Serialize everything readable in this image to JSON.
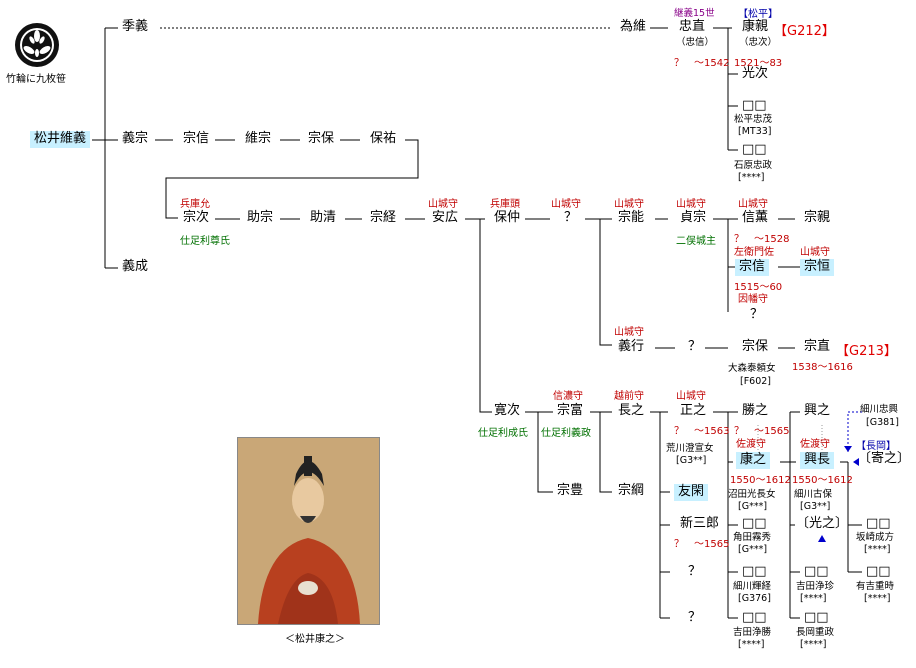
{
  "crest": {
    "caption": "竹輪に九枚笹",
    "icon": "bamboo-crest-icon"
  },
  "portrait": {
    "caption": "＜松井康之＞",
    "colors": {
      "robe": "#b8401f",
      "background": "#c9a777"
    }
  },
  "persons": {
    "koreyoshi": "松井維義",
    "suenori": "季義",
    "munemune": "義宗",
    "yoshinari": "義成",
    "munenobu": "宗信",
    "koremune": "維宗",
    "muneyasu": "宗保",
    "yasumasa": "保祐",
    "tamekore": "為維",
    "tadanao": "忠直",
    "yasuchika": "康親",
    "mitsutsugu": "光次",
    "unk1": "□□",
    "unk2": "□□",
    "munetsugu": "宗次",
    "sukemune": "助宗",
    "sukekiyo": "助清",
    "munetsune": "宗経",
    "yasuhiro": "安広",
    "yasunaka": "保仲",
    "q1": "？",
    "muneyoshi": "宗能",
    "sadamune": "貞宗",
    "nobushige": "信薫",
    "munechika": "宗親",
    "munenobu2": "宗信",
    "munetsune2": "宗恒",
    "q2": "？",
    "yoshiyuki": "義行",
    "q3": "？",
    "muneyasu2": "宗保",
    "munenao": "宗直",
    "hirotsugu": "寛次",
    "munetomi": "宗富",
    "muneyoshi2": "宗豊",
    "nagayuki": "長之",
    "munetsuna": "宗綱",
    "masayuki": "正之",
    "yukan": "友閑",
    "shinsaburo": "新三郎",
    "q4": "？",
    "q5": "？",
    "katsuyuki": "勝之",
    "yasuyuki": "康之",
    "unk3": "□□",
    "unk4": "□□",
    "unk5": "□□",
    "okiyuki": "興之",
    "okinaga": "興長",
    "mitsuyuki": "〔光之〕",
    "unk6": "□□",
    "unk7": "□□",
    "yoriyuki": "〔寄之〕",
    "unk8": "□□",
    "unk9": "□□"
  },
  "titles": {
    "yasuchika": "【松平】",
    "tadanao": "継義15世",
    "munetsugu": "兵庫允",
    "yasuhiro": "山城守",
    "yasunaka": "兵庫頭",
    "q1": "山城守",
    "muneyoshi": "山城守",
    "sadamune": "山城守",
    "nobushige": "山城守",
    "munenobu2": "左衛門佐",
    "munetsune2": "山城守",
    "q2": "因幡守",
    "yoshiyuki": "山城守",
    "munetomi": "信濃守",
    "nagayuki": "越前守",
    "masayuki": "山城守",
    "yasuyuki": "佐渡守",
    "okinaga": "佐渡守",
    "nagaoka": "【長岡】"
  },
  "notes": {
    "tadanao": "（忠信）",
    "tadanao_date": "？　～1542",
    "yasuchika": "（忠次）",
    "yasuchika_date": "1521～83",
    "unk1": "松平忠茂",
    "unk1_ref": "[MT33]",
    "unk2": "石原忠政",
    "unk2_ref": "[****]",
    "munetsugu": "仕足利尊氏",
    "sadamune": "二俣城主",
    "nobushige_date": "？　～1528",
    "munenobu2_date": "1515～60",
    "muneyasu2": "大森泰頼女",
    "muneyasu2_ref": "[F602]",
    "munenao_date": "1538～1616",
    "hirotsugu": "仕足利成氏",
    "munetomi": "仕足利義政",
    "masayuki_date": "？　～1563",
    "masayuki": "荒川澄宣女",
    "masayuki_ref": "[G3**]",
    "shinsaburo_date": "？　～1565",
    "katsuyuki_date": "？　～1565",
    "yasuyuki_date": "1550～1612",
    "yasuyuki": "沼田光長女",
    "yasuyuki_ref": "[G***]",
    "unk3": "角田霧秀",
    "unk3_ref": "[G***]",
    "unk4": "細川輝経",
    "unk4_ref": "[G376]",
    "unk5": "吉田浄勝",
    "unk5_ref": "[****]",
    "okinaga_date": "1550～1612",
    "okinaga": "細川古保",
    "okinaga_ref": "[G3**]",
    "unk6": "吉田浄珍",
    "unk6_ref": "[****]",
    "unk7": "長岡重政",
    "unk7_ref": "[****]",
    "unk8": "坂崎成方",
    "unk8_ref": "[****]",
    "unk9": "有吉重時",
    "unk9_ref": "[****]",
    "hosokawa": "細川忠興",
    "hosokawa_ref": "[G381]"
  },
  "refs": {
    "g212": "【G212】",
    "g213": "【G213】"
  }
}
